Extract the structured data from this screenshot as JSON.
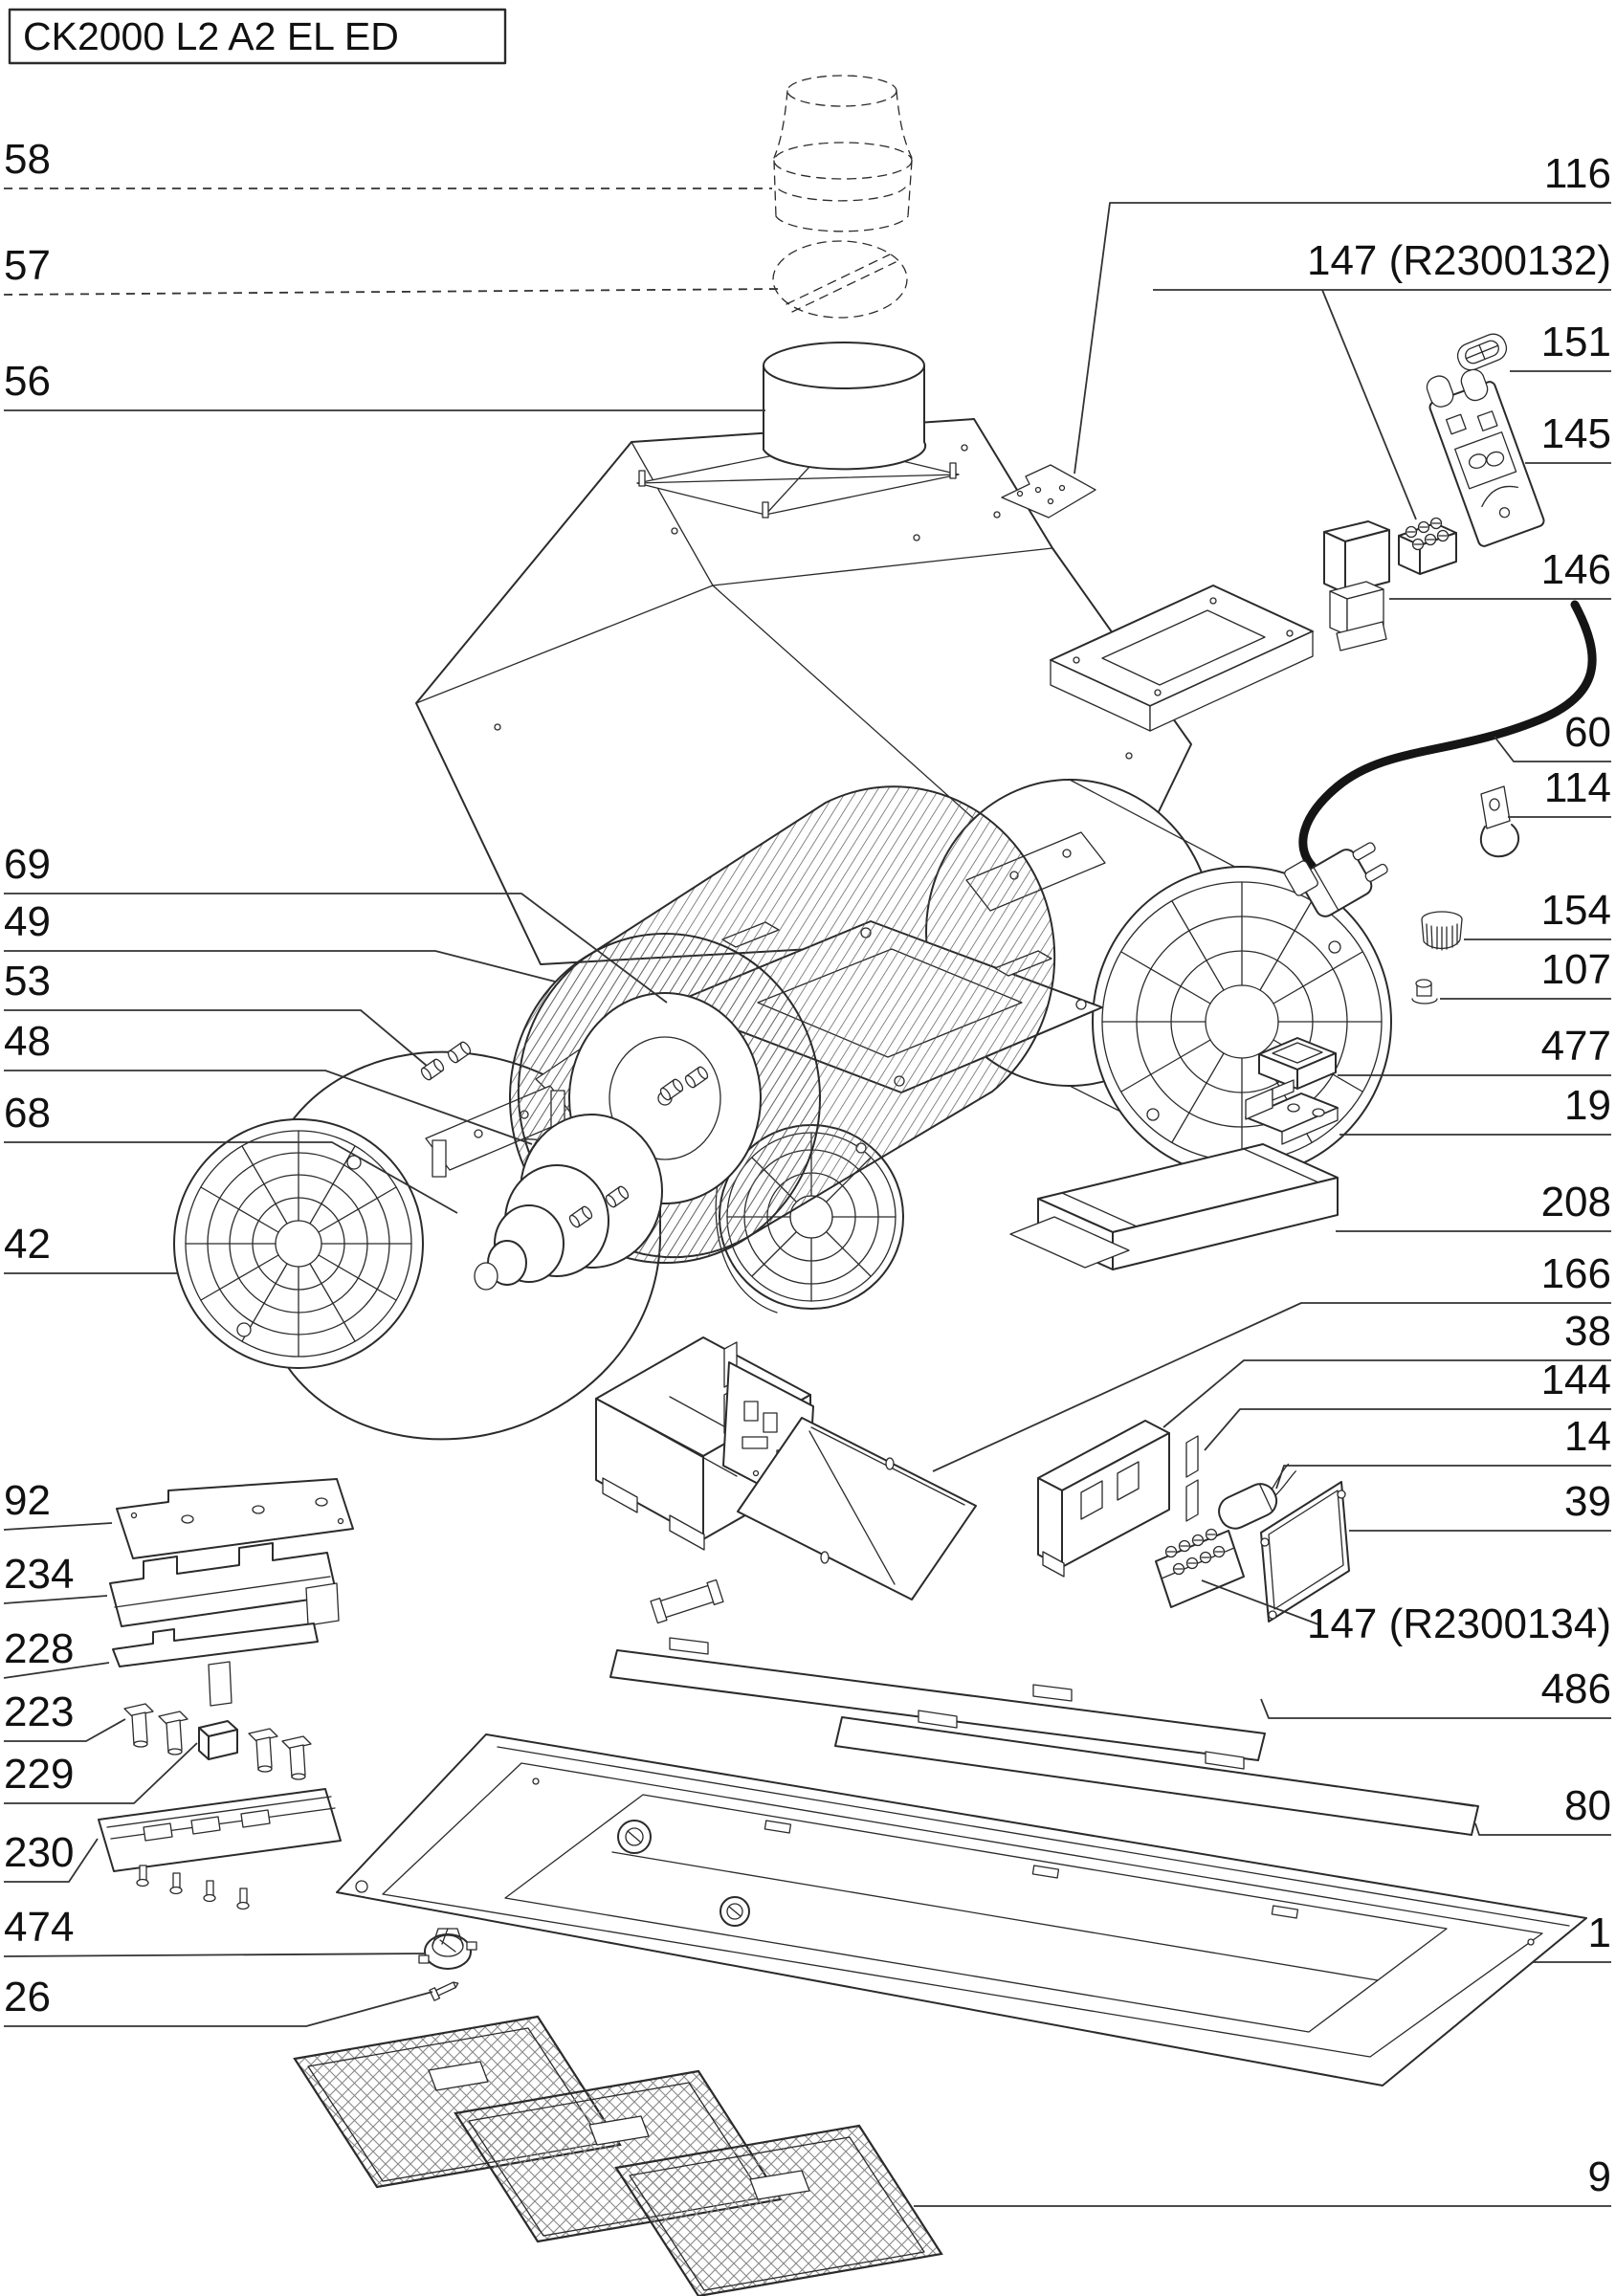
{
  "title": "CK2000 L2 A2 EL ED",
  "diagram": {
    "type": "exploded-parts-diagram",
    "line_color": "#2b2b2b",
    "background": "#ffffff"
  },
  "callouts": {
    "c58": "58",
    "c57": "57",
    "c56": "56",
    "c69": "69",
    "c49": "49",
    "c53": "53",
    "c48": "48",
    "c68": "68",
    "c42": "42",
    "c92": "92",
    "c234": "234",
    "c228": "228",
    "c223": "223",
    "c229": "229",
    "c230": "230",
    "c474": "474",
    "c26": "26",
    "c116": "116",
    "c147a": "147 (R2300132)",
    "c151": "151",
    "c145": "145",
    "c146": "146",
    "c60": "60",
    "c114": "114",
    "c154": "154",
    "c107": "107",
    "c477": "477",
    "c19": "19",
    "c208": "208",
    "c166": "166",
    "c38": "38",
    "c144": "144",
    "c14": "14",
    "c39": "39",
    "c147b": "147 (R2300134)",
    "c486": "486",
    "c80": "80",
    "c1": "1",
    "c9": "9"
  }
}
